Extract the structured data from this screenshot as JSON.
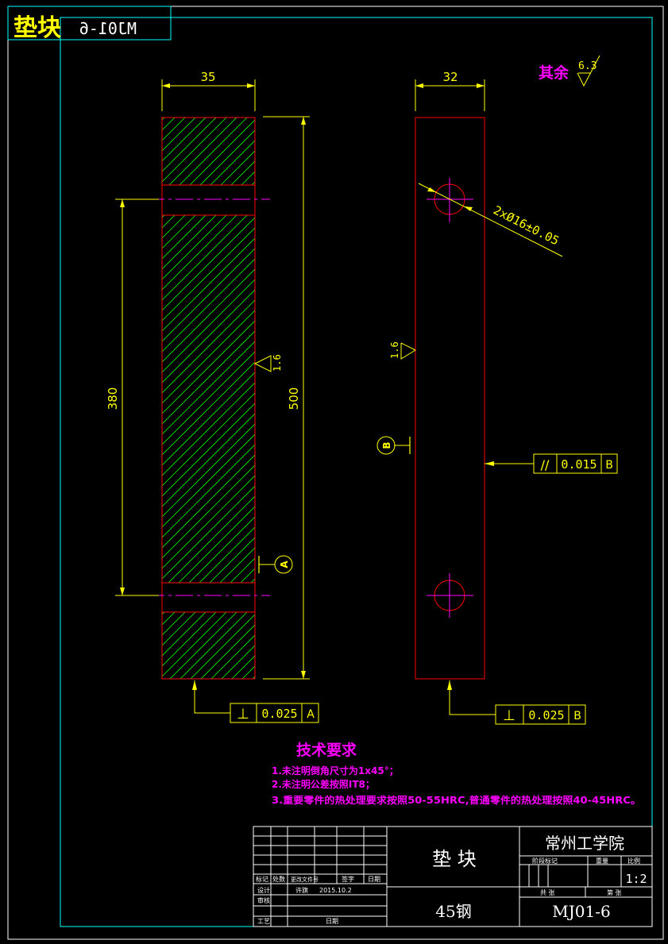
{
  "colors": {
    "background": "#000000",
    "frame_white": "#ffffff",
    "frame_cyan": "#00ffff",
    "outline_red": "#ff0000",
    "hatch_green": "#00ff00",
    "dimension_yellow": "#ffff00",
    "note_magenta": "#ff00ff"
  },
  "corner_tag": {
    "title": "垫块",
    "code_mirrored": "MJ01-6"
  },
  "surface_roughness_default": {
    "label": "其余",
    "value": "6.3"
  },
  "left_view": {
    "width_dim": "35",
    "total_length_dim": "500",
    "hole_spacing_dim": "380",
    "roughness_value": "1.6",
    "datum_label": "A"
  },
  "right_view": {
    "width_dim": "32",
    "hole_callout": "2xØ16±0.05",
    "roughness_value": "1.6",
    "datum_label": "B"
  },
  "tolerance_frames": {
    "parallelism": {
      "symbol": "//",
      "value": "0.015",
      "datum": "B"
    },
    "perp_left": {
      "symbol": "⊥",
      "value": "0.025",
      "datum": "A"
    },
    "perp_right": {
      "symbol": "⊥",
      "value": "0.025",
      "datum": "B"
    }
  },
  "technical_requirements": {
    "title": "技术要求",
    "items": [
      "1.未注明倒角尺寸为1x45°；",
      "2.未注明公差按照IT8；",
      "3.重要零件的热处理要求按照50-55HRC,普通零件的热处理按照40-45HRC。"
    ]
  },
  "title_block": {
    "part_name": "垫 块",
    "material": "45钢",
    "school": "常州工学院",
    "scale": "1:2",
    "drawing_number": "MJ01-6",
    "header_labels": [
      "标记",
      "处数",
      "更改文件号",
      "签字",
      "日期"
    ],
    "designer_label": "设计",
    "designer_name": "许旗",
    "design_date": "2015.10.2",
    "checker_label": "审核",
    "approval_label": "工艺",
    "date_label": "日期",
    "stage_label": "阶段标记",
    "weight_label": "重量",
    "ratio_label": "比例",
    "sheet_total_label": "共 张",
    "sheet_no_label": "第 张"
  }
}
